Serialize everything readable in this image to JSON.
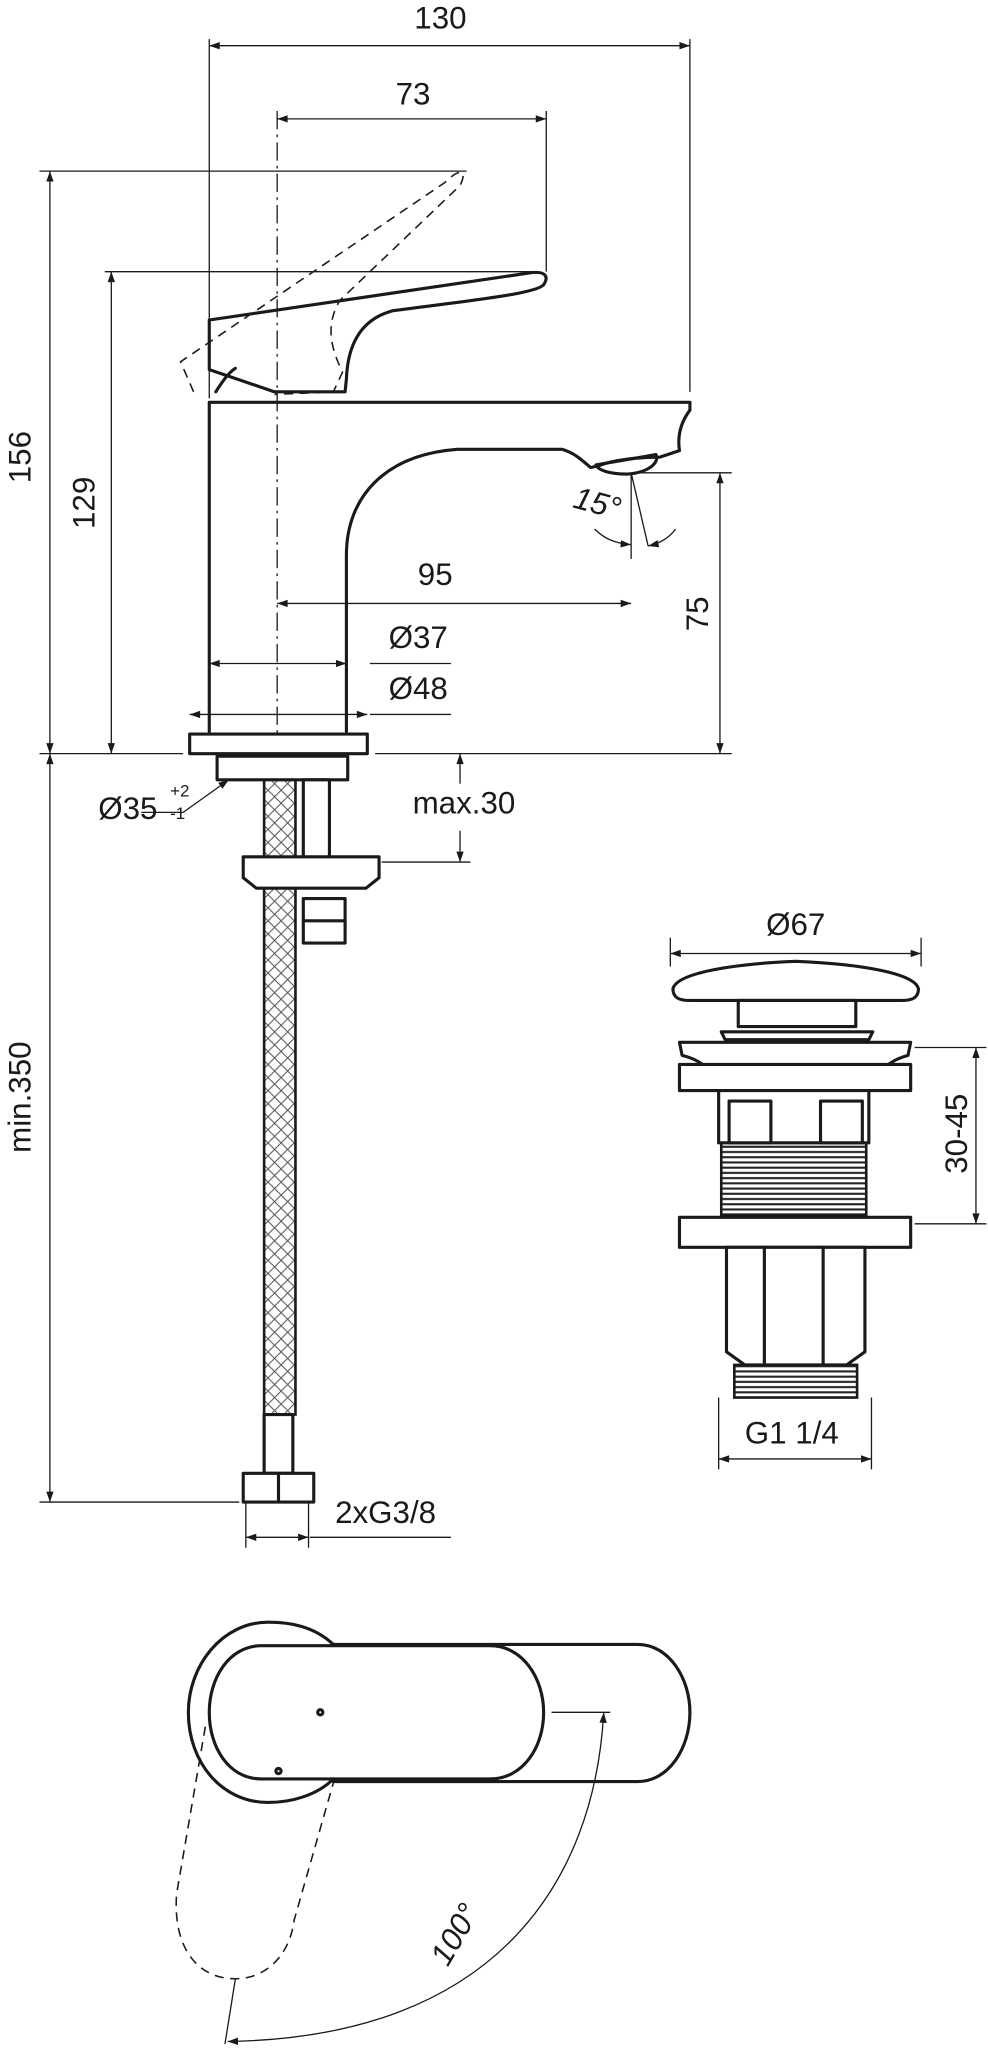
{
  "drawing": {
    "title": "Basin mixer dimension drawing",
    "dimensions": {
      "overall_width": "130",
      "lever_reach": "73",
      "total_height_lever_open": "156",
      "height_to_lever": "129",
      "spout_angle": "15°",
      "spout_reach": "95",
      "spout_height": "75",
      "body_diameter": "Ø37",
      "base_diameter": "Ø48",
      "hole_diameter": "Ø35",
      "hole_tol_plus": "+2",
      "hole_tol_minus": "-1",
      "max_deck_thickness": "max.30",
      "hose_length": "min.350",
      "hose_connection": "2xG3/8"
    },
    "waste": {
      "cap_diameter": "Ø67",
      "clamp_range": "30-45",
      "thread": "G1 1/4"
    },
    "top_view": {
      "lever_rotation": "100°"
    }
  }
}
